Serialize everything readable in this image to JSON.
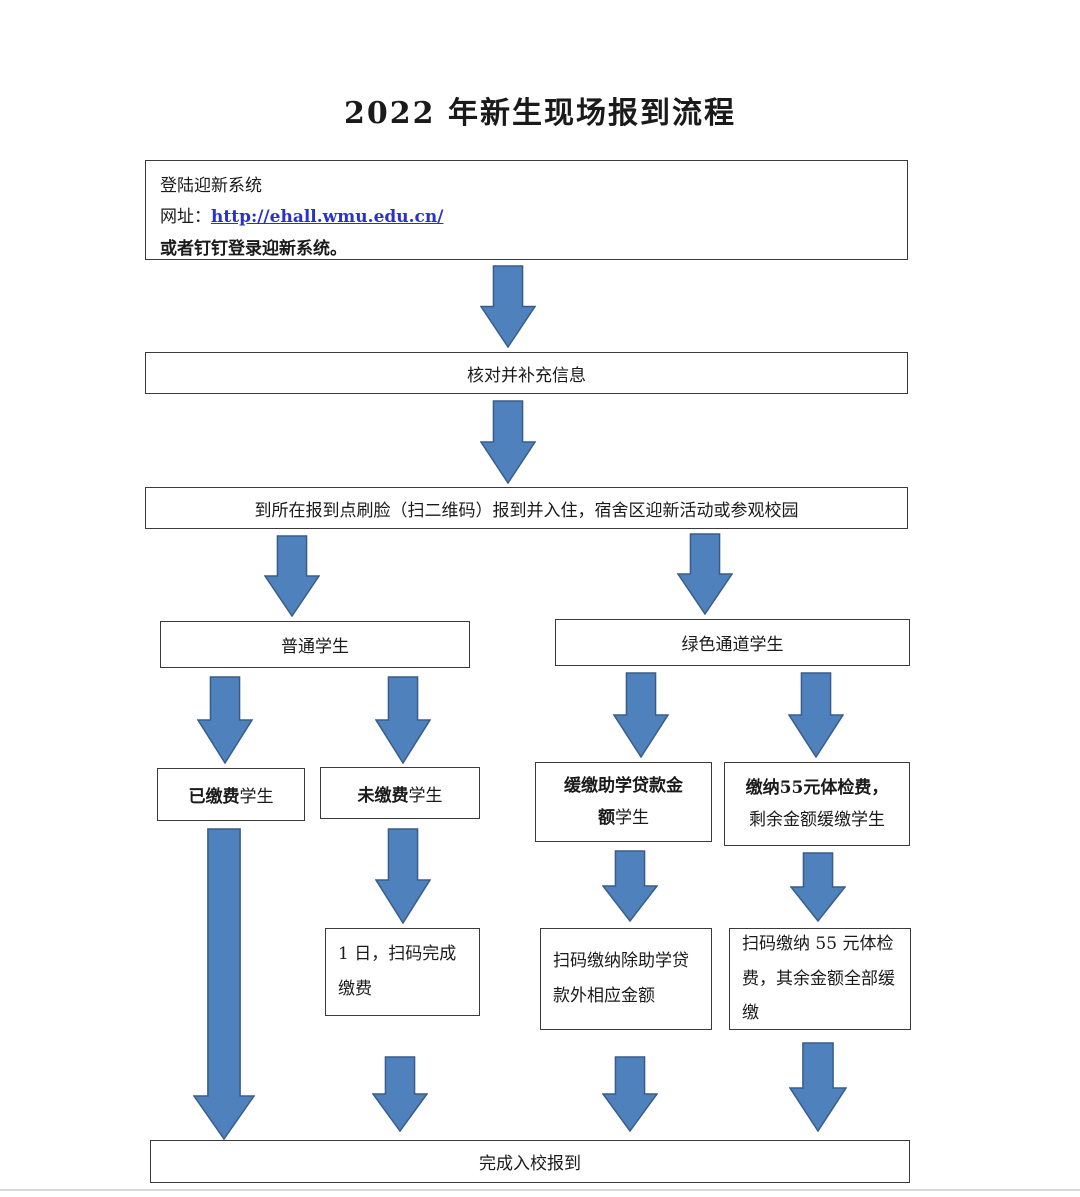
{
  "title": "2022 年新生现场报到流程",
  "colors": {
    "arrow_fill": "#4F81BD",
    "arrow_stroke": "#385D8A",
    "link_color": "#2B32CC"
  },
  "login": {
    "line1": "登陆迎新系统",
    "url_label": "网址：",
    "url": "http://ehall.wmu.edu.cn/",
    "line3": "或者钉钉登录迎新系统。"
  },
  "steps": {
    "verify": "核对并补充信息",
    "checkin": "到所在报到点刷脸（扫二维码）报到并入住，宿舍区迎新活动或参观校园",
    "finish": "完成入校报到"
  },
  "branches": {
    "normal": "普通学生",
    "green": "绿色通道学生"
  },
  "categories": {
    "paid": [
      {
        "t": "已缴费",
        "b": true
      },
      {
        "t": "学生",
        "b": false
      }
    ],
    "unpaid": [
      {
        "t": "未缴费",
        "b": true
      },
      {
        "t": "学生",
        "b": false
      }
    ],
    "loan": [
      {
        "t": "缓缴助学贷款金额",
        "b": true
      },
      {
        "t": "学生",
        "b": false
      }
    ],
    "medical": [
      {
        "t": "缴纳55元体检费，",
        "b": true
      },
      {
        "t": "剩余金额缓缴学生",
        "b": false
      }
    ]
  },
  "actions": {
    "pay_day1": "1 日，扫码完成缴费",
    "pay_loan": "扫码缴纳除助学贷款外相应金额",
    "pay_medical": "扫码缴纳 55 元体检费，其余金额全部缓缴"
  }
}
